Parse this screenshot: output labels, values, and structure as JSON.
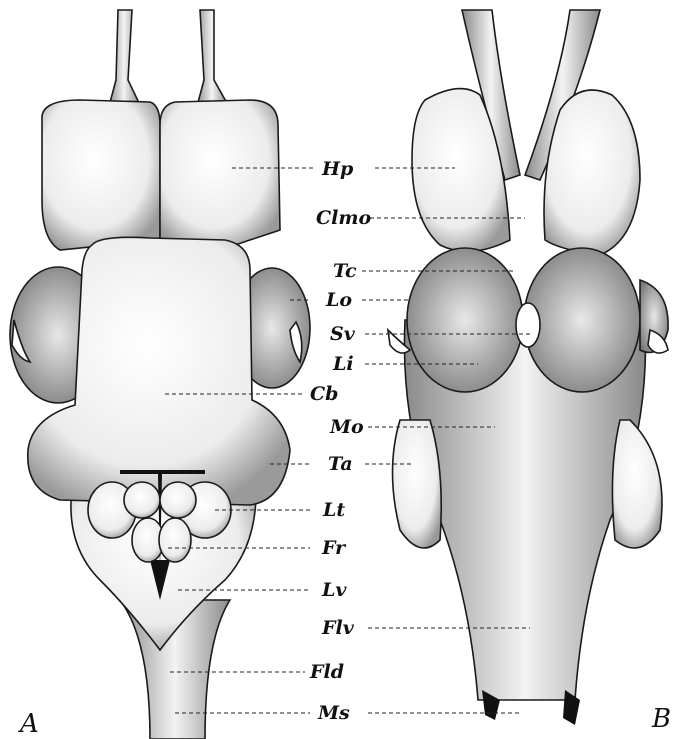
{
  "panels": {
    "left": "A",
    "right": "B"
  },
  "labels": {
    "hp": "Hp",
    "clmo": "Clmo",
    "tc": "Tc",
    "lo": "Lo",
    "sv": "Sv",
    "li": "Li",
    "cb": "Cb",
    "mo": "Mo",
    "ta": "Ta",
    "lt": "Lt",
    "fr": "Fr",
    "lv": "Lv",
    "flv": "Flv",
    "fld": "Fld",
    "ms": "Ms"
  },
  "colors": {
    "ink": "#111111",
    "tissue": "#f4f4f4",
    "shade": "#bdbdbd"
  }
}
